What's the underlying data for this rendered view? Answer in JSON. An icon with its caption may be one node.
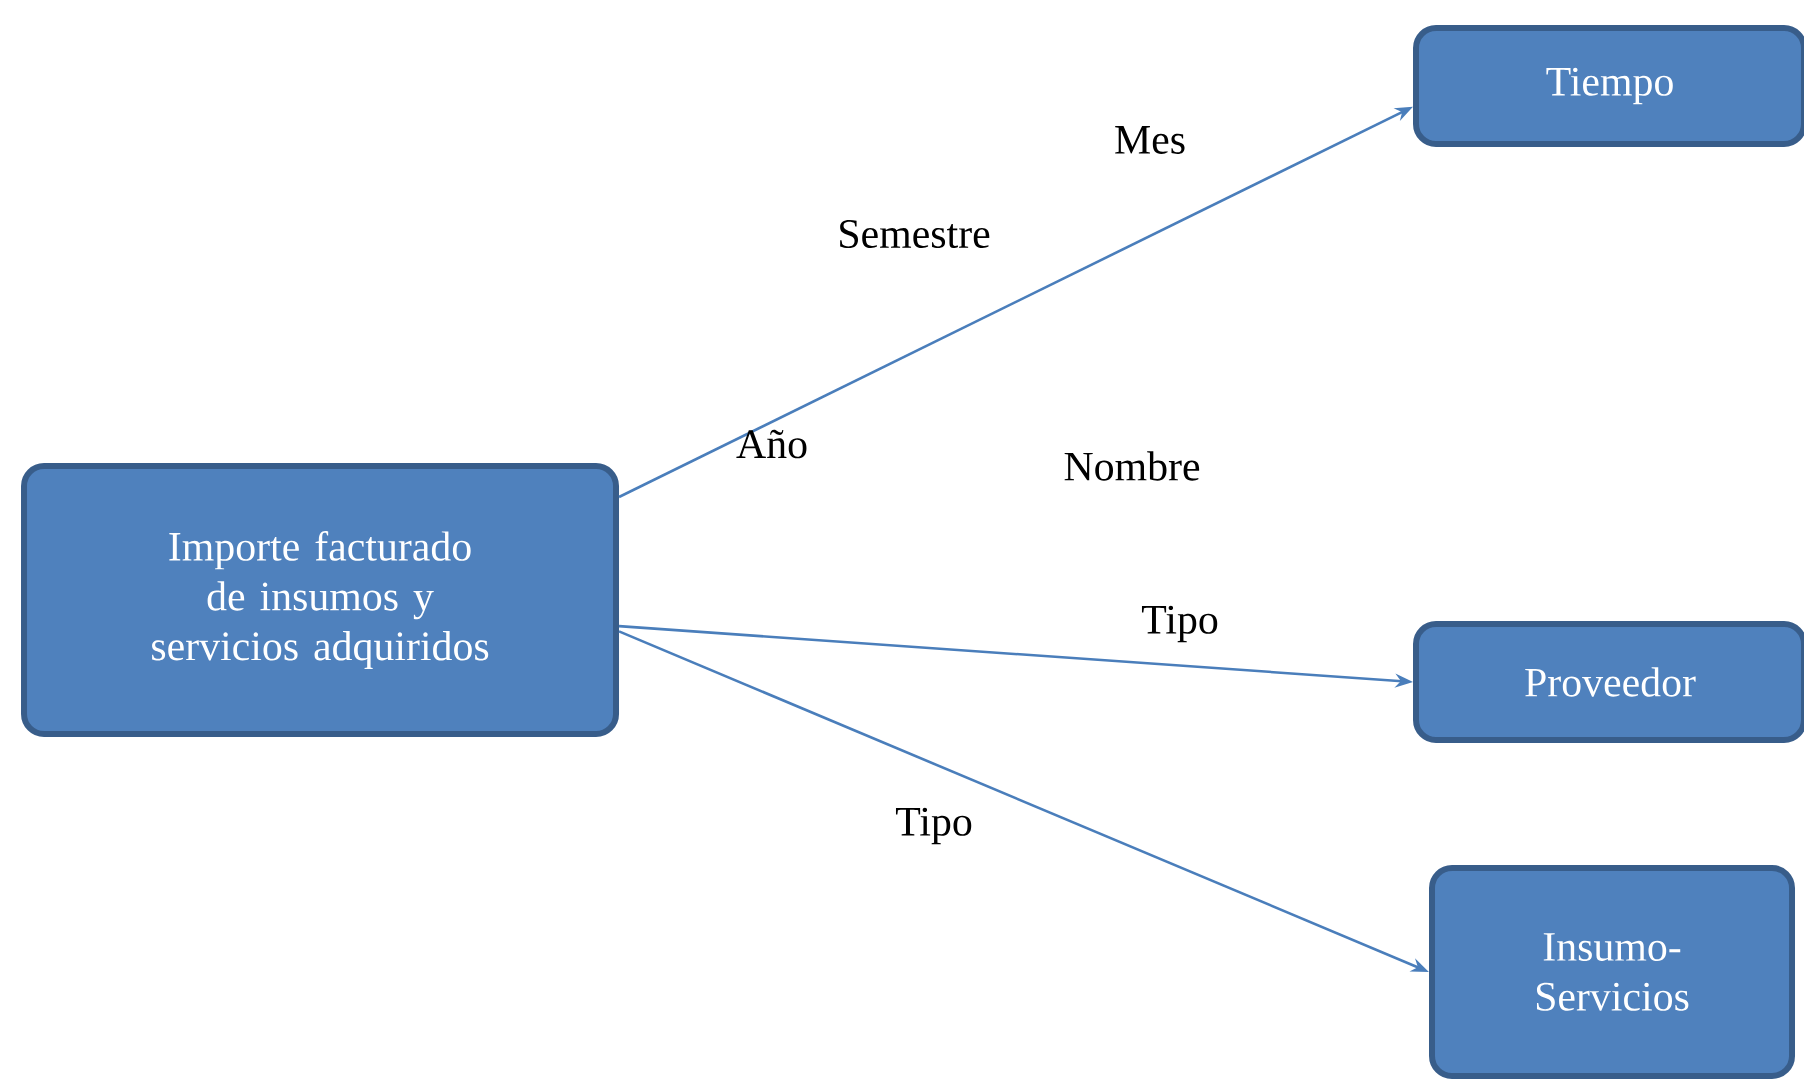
{
  "diagram": {
    "nodes": [
      {
        "text": [
          "Importe facturado de insumos y servicios adquiridos"
        ]
      },
      {
        "text": [
          "Tiempo"
        ]
      },
      {
        "text": [
          "Proveedor"
        ]
      },
      {
        "text": [
          "Insumo-Servicios"
        ]
      }
    ],
    "edges": [
      {
        "from": 0,
        "to": 1,
        "arrow": "to"
      },
      {
        "from": 0,
        "to": 2,
        "arrow": "to"
      },
      {
        "from": 0,
        "to": 3,
        "arrow": "to"
      }
    ],
    "labels": [
      "Mes",
      "Semestre",
      "Año",
      "Nombre",
      "Tipo",
      "Tipo"
    ]
  }
}
